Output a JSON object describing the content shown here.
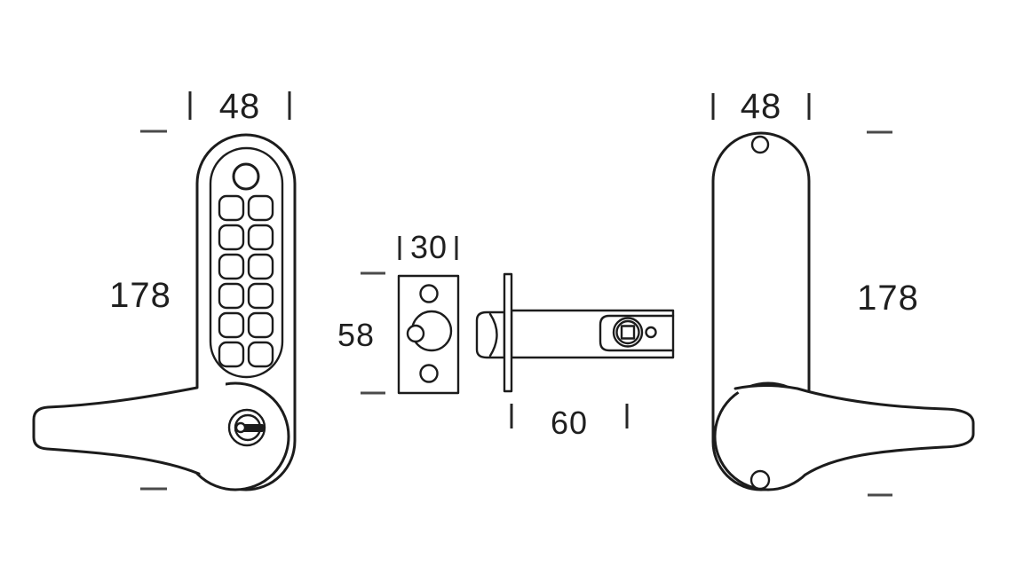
{
  "diagram": {
    "title": "Keypad door lock dimensional drawing",
    "views": {
      "left": "outside keypad unit with lever handle and key cylinder",
      "middle": "tubular latch with faceplate, bolt and spindle follower",
      "right": "inside plate with lever handle"
    },
    "keypad": {
      "rows": 6,
      "columns": 2,
      "button_count": 12,
      "clear_button": "circle"
    }
  },
  "dimensions": {
    "outside_unit_width": "48",
    "outside_unit_height": "178",
    "latch_faceplate_width": "30",
    "latch_faceplate_height": "58",
    "latch_backset": "60",
    "inside_unit_width": "48",
    "inside_unit_height": "178"
  },
  "colors": {
    "line": "#1c1c1c",
    "tick": "#4a4a4a",
    "background": "#ffffff"
  }
}
